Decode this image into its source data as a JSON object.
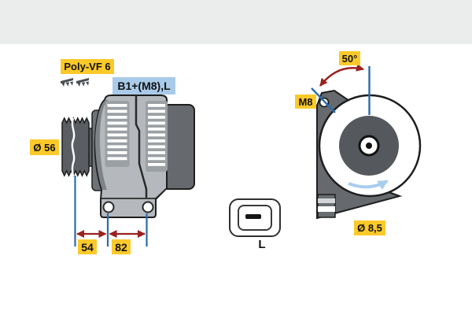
{
  "colors": {
    "highlight_yellow": "#fbc92a",
    "highlight_blue": "#a9cbe9",
    "dimension_red": "#9b2020",
    "reference_blue": "#2b6cac",
    "rotation_arrow_blue": "#a9cdef",
    "body_light_gray": "#b5b9bd",
    "body_dark_gray": "#66696d",
    "outline": "#1e1e1e",
    "background_band": "#ebecec"
  },
  "side_view": {
    "belt_type": "Poly-VF 6",
    "terminal_spec": "B1+(M8),L",
    "pulley_diameter": "Ø 56",
    "dimension_a": "54",
    "dimension_b": "82"
  },
  "connector": {
    "terminal": "L"
  },
  "front_view": {
    "swing_angle": "50°",
    "bolt_size": "M8",
    "mount_hole_diameter": "Ø 8,5"
  },
  "icons": {
    "belt_profile": "ribbed-belt-profile-icon",
    "rotation": "rotation-direction-arrow-icon"
  }
}
